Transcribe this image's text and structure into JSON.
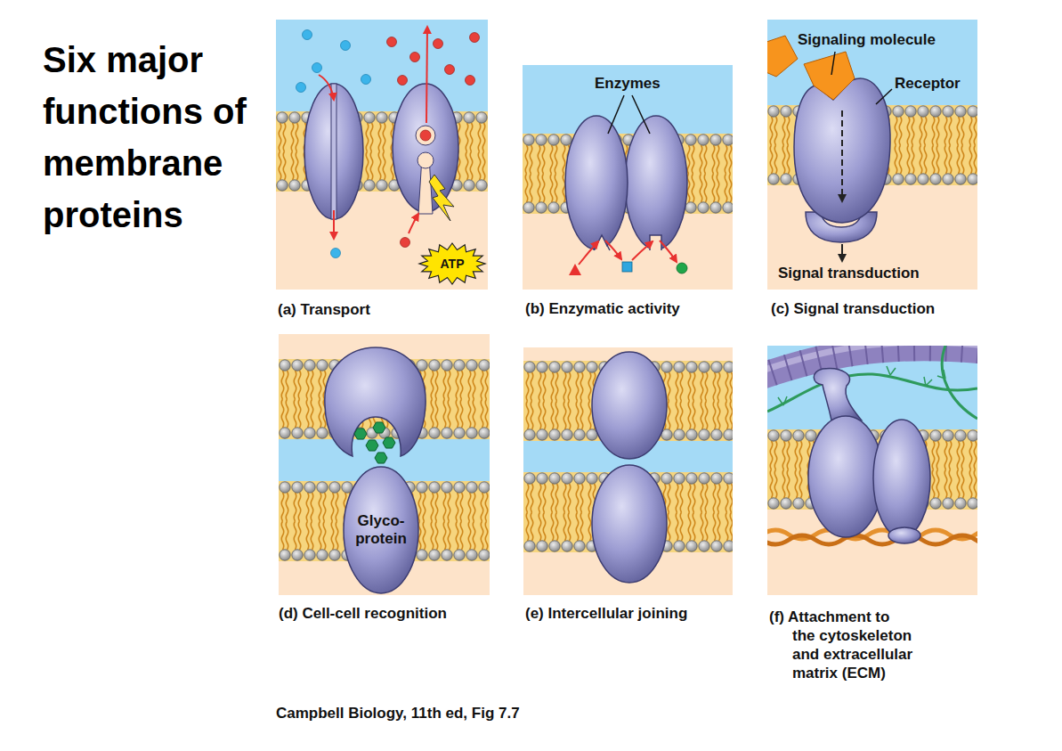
{
  "diagram": {
    "title": "Six major functions of membrane proteins",
    "caption": "Campbell Biology, 11th ed, Fig 7.7",
    "nodes": [
      {
        "text": [
          "(a) Transport"
        ]
      },
      {
        "text": [
          "ATP"
        ],
        "in": 0
      },
      {
        "text": [
          "(b) Enzymatic activity"
        ]
      },
      {
        "text": [
          "(c) Signal transduction"
        ]
      },
      {
        "text": [
          "(d) Cell-cell recognition"
        ]
      },
      {
        "text": [
          "Glyco- protein"
        ],
        "in": 4
      },
      {
        "text": [
          "(e) Intercellular joining"
        ]
      },
      {
        "text": [
          "(f) Attachment to the cytoskeleton and extracellular matrix (ECM)"
        ]
      }
    ],
    "labels": [
      "Enzymes",
      "Signaling molecule",
      "Receptor",
      "Signal transduction"
    ]
  }
}
